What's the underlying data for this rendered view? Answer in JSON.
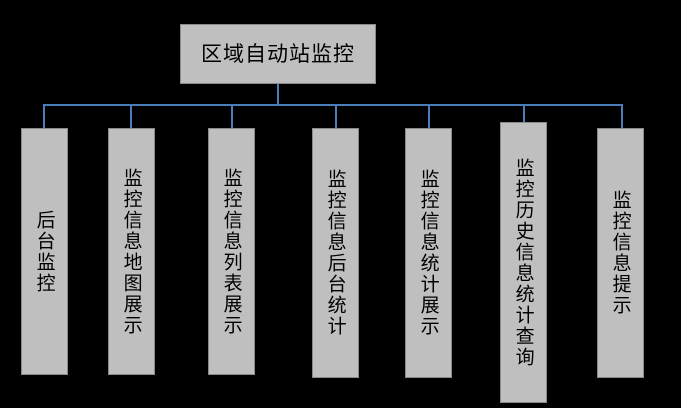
{
  "diagram": {
    "type": "org-chart",
    "title": "区域自动站监控",
    "background_color": "#000000",
    "node_fill_color": "#bfbfbf",
    "node_border_color": "#8a8a8a",
    "connector_color": "#4a7ebb",
    "text_color": "#000000",
    "root": {
      "label": "区域自动站监控",
      "orientation": "horizontal"
    },
    "children": [
      {
        "label": "后台监控",
        "orientation": "vertical"
      },
      {
        "label": "监控信息地图展示",
        "orientation": "vertical"
      },
      {
        "label": "监控信息列表展示",
        "orientation": "vertical"
      },
      {
        "label": "监控信息后台统计",
        "orientation": "vertical"
      },
      {
        "label": "监控信息统计展示",
        "orientation": "vertical"
      },
      {
        "label": "监控历史信息统计查询",
        "orientation": "vertical"
      },
      {
        "label": "监控信息提示",
        "orientation": "vertical"
      }
    ]
  }
}
